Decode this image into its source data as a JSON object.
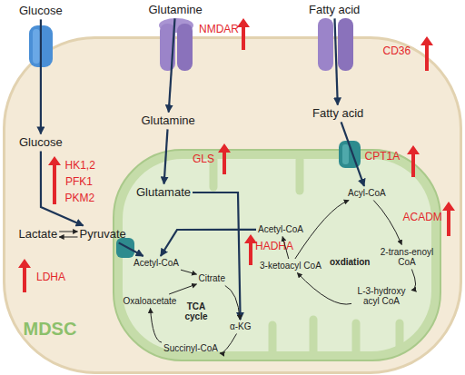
{
  "diagram": {
    "nodes": [
      {
        "text": [
          "Glucose"
        ]
      },
      {
        "text": [
          "Glutamine"
        ]
      },
      {
        "text": [
          "Fatty acid"
        ]
      },
      {
        "text": [
          "MDSC"
        ]
      },
      {
        "text": [
          "Glucose"
        ],
        "in": 3
      },
      {
        "text": [
          "Glutamine"
        ],
        "in": 3
      },
      {
        "text": [
          "Fatty acid"
        ],
        "in": 3
      },
      {
        "text": [
          "Glutamate"
        ],
        "in": 3
      },
      {
        "text": [
          "Lactate"
        ],
        "in": 3
      },
      {
        "text": [
          "Pyruvate"
        ],
        "in": 3
      },
      {
        "text": [
          "Acyl-CoA"
        ],
        "in": 3
      },
      {
        "text": [
          "Acetyl-CoA"
        ],
        "in": 3
      },
      {
        "text": [
          "Citrate"
        ],
        "in": 3
      },
      {
        "text": [
          "Oxaloacetate"
        ],
        "in": 3
      },
      {
        "text": [
          "α-KG"
        ],
        "in": 3
      },
      {
        "text": [
          "Succinyl-CoA"
        ],
        "in": 3
      },
      {
        "text": [
          "Acetyl-CoA"
        ],
        "in": 3
      },
      {
        "text": [
          "2-trans-enoyl CoA"
        ],
        "in": 3
      },
      {
        "text": [
          "3-ketoacyl CoA"
        ],
        "in": 3
      },
      {
        "text": [
          "L-3-hydroxy acyl CoA"
        ],
        "in": 3
      }
    ],
    "edges": [
      {
        "from": 0,
        "to": 4,
        "arrow": "to"
      },
      {
        "from": 4,
        "to": 9,
        "arrow": "to"
      },
      {
        "from": 8,
        "to": 9,
        "arrow": "to"
      },
      {
        "from": 9,
        "to": 8,
        "arrow": "to"
      },
      {
        "from": 9,
        "to": 11,
        "arrow": "to"
      },
      {
        "from": 1,
        "to": 5,
        "arrow": "to"
      },
      {
        "from": 5,
        "to": 7,
        "arrow": "to"
      },
      {
        "from": 7,
        "to": 14,
        "arrow": "to"
      },
      {
        "from": 2,
        "to": 6,
        "arrow": "to"
      },
      {
        "from": 6,
        "to": 10,
        "arrow": "to"
      },
      {
        "from": 10,
        "to": 17,
        "arrow": "to"
      },
      {
        "from": 17,
        "to": 19,
        "arrow": "to"
      },
      {
        "from": 19,
        "to": 18,
        "arrow": "to"
      },
      {
        "from": 18,
        "to": 10,
        "arrow": "to"
      },
      {
        "from": 18,
        "to": 16,
        "arrow": "to"
      },
      {
        "from": 16,
        "to": 11,
        "arrow": "to"
      },
      {
        "from": 11,
        "to": 12,
        "arrow": "to"
      },
      {
        "from": 12,
        "to": 14,
        "arrow": "to"
      },
      {
        "from": 14,
        "to": 15,
        "arrow": "to"
      },
      {
        "from": 15,
        "to": 13,
        "arrow": "to"
      },
      {
        "from": 13,
        "to": 12,
        "arrow": "to"
      }
    ],
    "labels": [
      "NMDAR",
      "CD36",
      "HK1,2",
      "PFK1",
      "PKM2",
      "LDHA",
      "GLS",
      "CPT1A",
      "ACADM",
      "HADHA",
      "TCA cycle",
      "oxdiation"
    ]
  }
}
